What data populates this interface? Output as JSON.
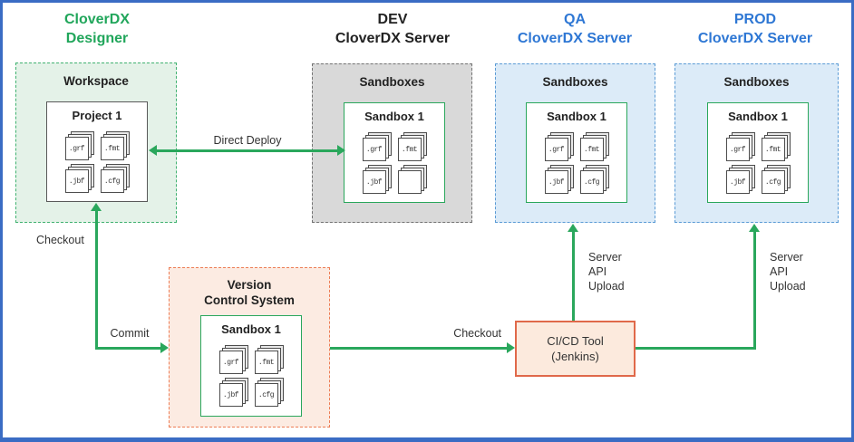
{
  "titles": {
    "designer": {
      "line1": "CloverDX",
      "line2": "Designer"
    },
    "dev": {
      "line1": "DEV",
      "line2": "CloverDX Server"
    },
    "qa": {
      "line1": "QA",
      "line2": "CloverDX Server"
    },
    "prod": {
      "line1": "PROD",
      "line2": "CloverDX Server"
    }
  },
  "boxes": {
    "workspace": {
      "label": "Workspace",
      "inner_title": "Project 1"
    },
    "dev": {
      "label": "Sandboxes",
      "inner_title": "Sandbox 1"
    },
    "qa": {
      "label": "Sandboxes",
      "inner_title": "Sandbox 1"
    },
    "prod": {
      "label": "Sandboxes",
      "inner_title": "Sandbox 1"
    },
    "vcs": {
      "label_line1": "Version",
      "label_line2": "Control System",
      "inner_title": "Sandbox 1"
    },
    "cicd": {
      "line1": "CI/CD Tool",
      "line2": "(Jenkins)"
    }
  },
  "file_extensions": [
    ".grf",
    ".fmt",
    ".jbf",
    ".cfg"
  ],
  "arrows": {
    "direct_deploy": "Direct Deploy",
    "checkout_workspace": "Checkout",
    "commit": "Commit",
    "checkout_cicd": "Checkout",
    "server_api_upload_qa": [
      "Server",
      "API",
      "Upload"
    ],
    "server_api_upload_prod": [
      "Server",
      "API",
      "Upload"
    ]
  },
  "colors": {
    "frame_blue": "#3a6cc4",
    "arrow_green": "#2aa75c",
    "designer_title_green": "#21a65b",
    "server_title_blue": "#2e77d4",
    "workspace_fill": "#e4f2e8",
    "workspace_border": "#41b271",
    "dev_fill": "#d9d9d9",
    "dev_border": "#737373",
    "qa_prod_fill": "#dcebf8",
    "qa_prod_border": "#5b9bd5",
    "vcs_fill": "#fcebe2",
    "vcs_border": "#ed7d55",
    "cicd_fill": "#fceadd",
    "cicd_border": "#e0694a",
    "text_dark": "#262626"
  }
}
